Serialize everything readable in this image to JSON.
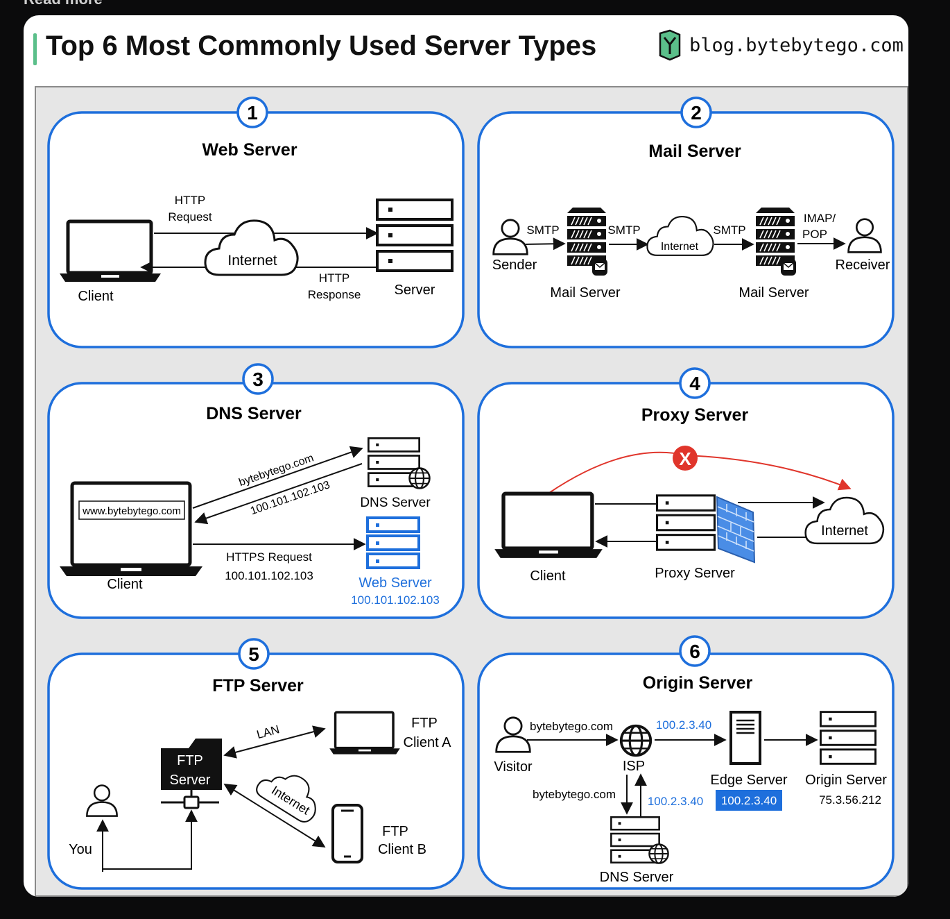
{
  "page": {
    "above_card_text": "Read more",
    "title": "Top 6 Most Commonly Used Server Types",
    "brand_url": "blog.bytebytego.com"
  },
  "colors": {
    "accent_blue": "#1e6fdc",
    "title_bar": "#5bbf8a",
    "red": "#e0352b",
    "canvas": "#e6e6e6"
  },
  "panels": [
    {
      "number": "1",
      "title": "Web Server",
      "labels": {
        "client": "Client",
        "internet": "Internet",
        "server": "Server",
        "req1": "HTTP",
        "req2": "Request",
        "resp1": "HTTP",
        "resp2": "Response"
      }
    },
    {
      "number": "2",
      "title": "Mail Server",
      "labels": {
        "sender": "Sender",
        "smtp1": "SMTP",
        "smtp2": "SMTP",
        "smtp3": "SMTP",
        "mail_server_1": "Mail Server",
        "internet": "Internet",
        "mail_server_2": "Mail Server",
        "imap1": "IMAP/",
        "imap2": "POP",
        "receiver": "Receiver"
      }
    },
    {
      "number": "3",
      "title": "DNS Server",
      "labels": {
        "url_box": "www.bytebytego.com",
        "client": "Client",
        "query": "bytebytego.com",
        "answer": "100.101.102.103",
        "dns_server": "DNS Server",
        "https1": "HTTPS Request",
        "https2": "100.101.102.103",
        "web_server": "Web Server",
        "web_ip": "100.101.102.103"
      }
    },
    {
      "number": "4",
      "title": "Proxy Server",
      "labels": {
        "client": "Client",
        "proxy_server": "Proxy Server",
        "internet": "Internet",
        "blocked": "X"
      }
    },
    {
      "number": "5",
      "title": "FTP Server",
      "labels": {
        "ftp1": "FTP",
        "ftp2": "Server",
        "you": "You",
        "lan": "LAN",
        "internet": "Internet",
        "client_a1": "FTP",
        "client_a2": "Client A",
        "client_b1": "FTP",
        "client_b2": "Client B"
      }
    },
    {
      "number": "6",
      "title": "Origin Server",
      "labels": {
        "visitor": "Visitor",
        "domain_top": "bytebytego.com",
        "isp": "ISP",
        "ip_top": "100.2.3.40",
        "edge_server": "Edge Server",
        "edge_ip": "100.2.3.40",
        "origin_server": "Origin Server",
        "origin_ip": "75.3.56.212",
        "domain_bottom": "bytebytego.com",
        "ip_bottom": "100.2.3.40",
        "dns_server": "DNS Server"
      }
    }
  ]
}
